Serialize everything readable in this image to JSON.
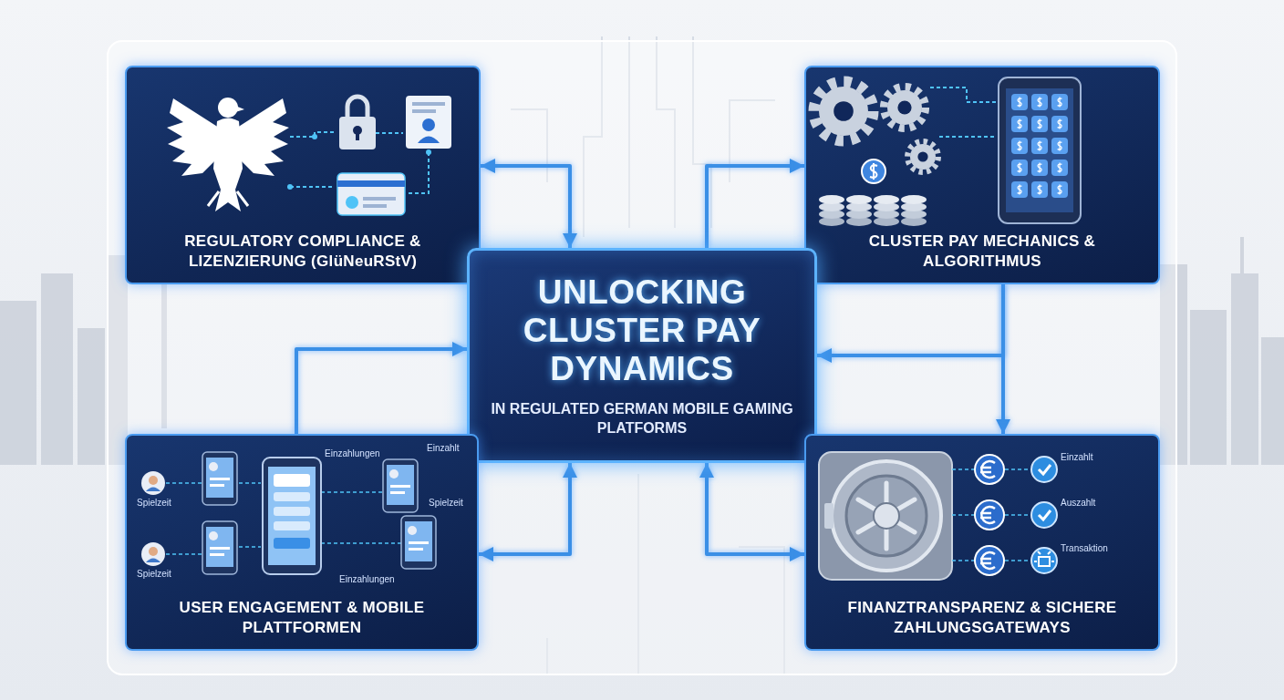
{
  "diagram": {
    "nodes": [
      {
        "text": [
          "REGULATORY COMPLIANCE & LIZENZIERUNG (GlüNeuRStV)"
        ]
      },
      {
        "text": [
          "CLUSTER PAY MECHANICS & ALGORITHMUS"
        ]
      },
      {
        "text": [
          "UNLOCKING CLUSTER PAY DYNAMICS",
          "IN REGULATED GERMAN MOBILE GAMING PLATFORMS"
        ]
      },
      {
        "text": [
          "USER ENGAGEMENT & MOBILE PLATTFORMEN"
        ]
      },
      {
        "text": [
          "FINANZTRANSPARENZ & SICHERE ZAHLUNGSGATEWAYS"
        ]
      }
    ],
    "edges": [
      {
        "from": 0,
        "to": 2,
        "arrow": "both"
      },
      {
        "from": 2,
        "to": 1,
        "arrow": "to"
      },
      {
        "from": 1,
        "to": 4,
        "arrow": "to"
      },
      {
        "from": 1,
        "to": 2,
        "arrow": "to"
      },
      {
        "from": 3,
        "to": 2,
        "arrow": "to"
      },
      {
        "from": 2,
        "to": 3,
        "arrow": "both"
      },
      {
        "from": 2,
        "to": 4,
        "arrow": "both"
      }
    ],
    "labels": [
      "Einzahlt",
      "Einzahlungen",
      "Spielzeit",
      "Spielzeit",
      "Spielzeit",
      "Einzahlungen",
      "Einzahlt",
      "Auszahlt",
      "Transaktion"
    ]
  }
}
